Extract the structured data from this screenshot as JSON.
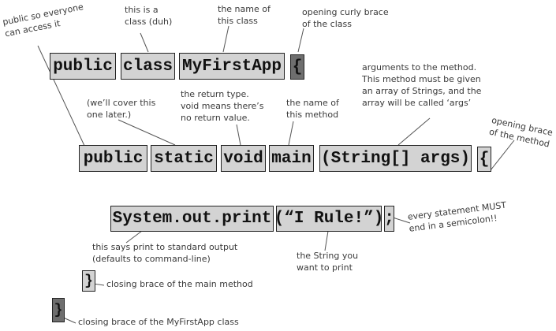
{
  "code": {
    "line1": [
      "public",
      "class",
      "MyFirstApp",
      "{"
    ],
    "line2": [
      "public",
      "static",
      "void",
      "main",
      "(String[] args)",
      "{"
    ],
    "line3": [
      "System.out.print",
      "(“I Rule!”)",
      ";"
    ],
    "close_main": "}",
    "close_class": "}"
  },
  "annotations": {
    "public": "public so everyone\ncan access it",
    "class": "this is a\nclass (duh)",
    "class_name": "the name of\nthis class",
    "class_brace": "opening curly brace\nof the class",
    "later": "(we’ll cover this\none later.)",
    "return_type": "the return type.\nvoid means there’s\nno return value.",
    "method_name": "the name of\nthis method",
    "arguments": "arguments to the method.\nThis method must be given\nan array of Strings, and the\narray will be called ‘args’",
    "method_brace": "opening brace\nof the method",
    "semicolon": "every statement MUST\nend in a semicolon!!",
    "print": "this says print to standard output\n(defaults to command-line)",
    "string": "the String you\nwant to print",
    "close_main": "closing brace of the main method",
    "close_class": "closing brace of the MyFirstApp class"
  },
  "colors": {
    "box": "#d3d3d3",
    "box_dark": "#6e6e6e",
    "ink": "#3a3a3a"
  }
}
